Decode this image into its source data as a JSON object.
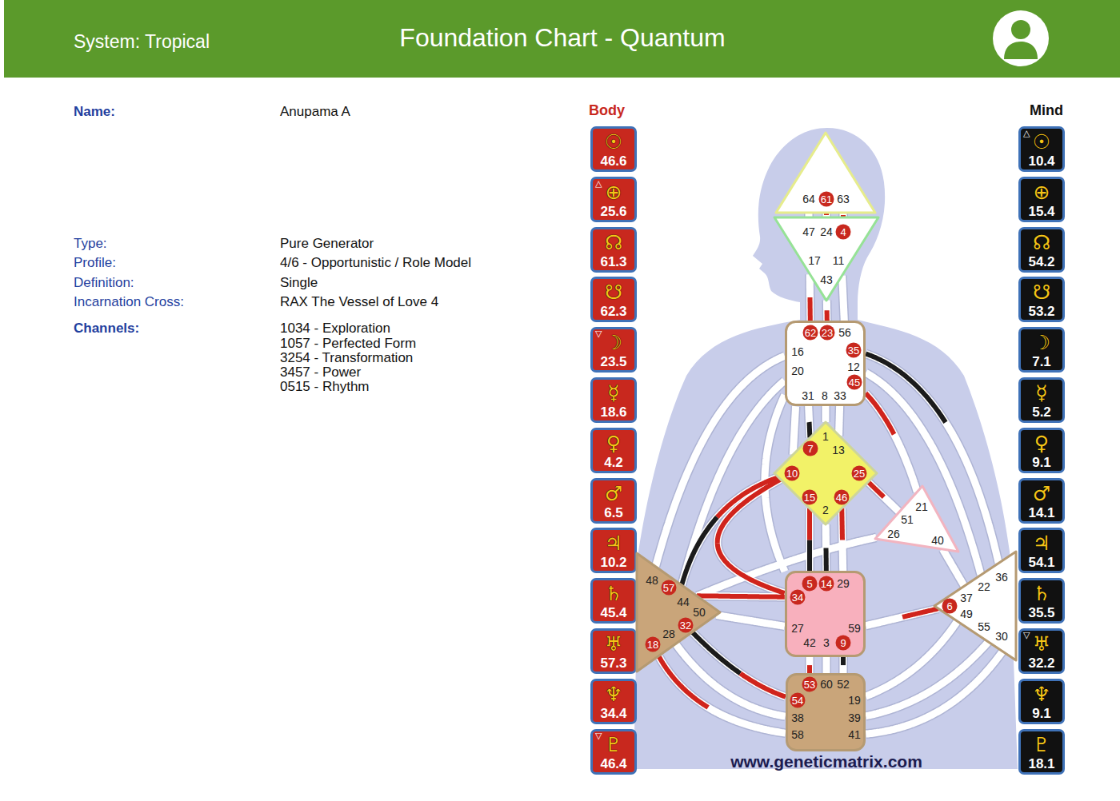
{
  "diagram": {
    "title": "Foundation Chart - Quantum",
    "nodes": [
      {
        "text": [
          "☉",
          "46.6"
        ]
      },
      {
        "text": [
          "△",
          "⊕",
          "25.6"
        ]
      },
      {
        "text": [
          "☊",
          "61.3"
        ]
      },
      {
        "text": [
          "☋",
          "62.3"
        ]
      },
      {
        "text": [
          "▽",
          "☽",
          "23.5"
        ]
      },
      {
        "text": [
          "☿",
          "18.6"
        ]
      },
      {
        "text": [
          "♀",
          "4.2"
        ]
      },
      {
        "text": [
          "♂",
          "6.5"
        ]
      },
      {
        "text": [
          "♃",
          "10.2"
        ]
      },
      {
        "text": [
          "♄",
          "45.4"
        ]
      },
      {
        "text": [
          "♅",
          "57.3"
        ]
      },
      {
        "text": [
          "♆",
          "34.4"
        ]
      },
      {
        "text": [
          "▽",
          "♇",
          "46.4"
        ]
      },
      {
        "text": [
          "64",
          "61",
          "63"
        ]
      },
      {
        "text": [
          "47",
          "24",
          "4",
          "17",
          "11",
          "43"
        ]
      },
      {
        "text": [
          "62",
          "23",
          "56",
          "16",
          "35",
          "20",
          "12",
          "45",
          "31",
          "8",
          "33"
        ]
      },
      {
        "text": [
          "1",
          "7",
          "13",
          "10",
          "25",
          "15",
          "46",
          "2"
        ]
      },
      {
        "text": [
          "21",
          "51",
          "26",
          "40"
        ]
      },
      {
        "text": [
          "48",
          "57",
          "44",
          "50",
          "32",
          "28",
          "18"
        ]
      },
      {
        "text": [
          "5",
          "14",
          "29",
          "34",
          "27",
          "59",
          "42",
          "3",
          "9"
        ]
      },
      {
        "text": [
          "36",
          "22",
          "37",
          "6",
          "49",
          "55",
          "30"
        ]
      },
      {
        "text": [
          "53",
          "60",
          "52",
          "54",
          "19",
          "38",
          "39",
          "58",
          "41"
        ]
      },
      {
        "text": [
          "△",
          "☉",
          "10.4"
        ]
      },
      {
        "text": [
          "⊕",
          "15.4"
        ]
      },
      {
        "text": [
          "☊",
          "54.2"
        ]
      },
      {
        "text": [
          "☋",
          "53.2"
        ]
      },
      {
        "text": [
          "☽",
          "7.1"
        ]
      },
      {
        "text": [
          "☿",
          "5.2"
        ]
      },
      {
        "text": [
          "♀",
          "9.1"
        ]
      },
      {
        "text": [
          "♂",
          "14.1"
        ]
      },
      {
        "text": [
          "♃",
          "54.1"
        ]
      },
      {
        "text": [
          "♄",
          "35.5"
        ]
      },
      {
        "text": [
          "▽",
          "♅",
          "32.2"
        ]
      },
      {
        "text": [
          "♆",
          "9.1"
        ]
      },
      {
        "text": [
          "♇",
          "18.1"
        ]
      }
    ],
    "edges": [
      {
        "from": 13,
        "to": 14,
        "arrow": "none"
      },
      {
        "from": 13,
        "to": 14,
        "arrow": "none"
      },
      {
        "from": 13,
        "to": 14,
        "arrow": "none"
      },
      {
        "from": 14,
        "to": 15,
        "arrow": "none"
      },
      {
        "from": 14,
        "to": 15,
        "arrow": "none"
      },
      {
        "from": 14,
        "to": 15,
        "arrow": "none"
      },
      {
        "from": 15,
        "to": 16,
        "arrow": "none"
      },
      {
        "from": 15,
        "to": 16,
        "arrow": "none"
      },
      {
        "from": 15,
        "to": 16,
        "arrow": "none"
      },
      {
        "from": 15,
        "to": 16,
        "arrow": "none"
      },
      {
        "from": 15,
        "to": 18,
        "arrow": "none"
      },
      {
        "from": 15,
        "to": 18,
        "arrow": "none"
      },
      {
        "from": 15,
        "to": 19,
        "arrow": "none"
      },
      {
        "from": 15,
        "to": 17,
        "arrow": "none"
      },
      {
        "from": 15,
        "to": 20,
        "arrow": "none"
      },
      {
        "from": 15,
        "to": 20,
        "arrow": "none"
      },
      {
        "from": 16,
        "to": 19,
        "arrow": "none"
      },
      {
        "from": 16,
        "to": 19,
        "arrow": "none"
      },
      {
        "from": 16,
        "to": 19,
        "arrow": "none"
      },
      {
        "from": 16,
        "to": 18,
        "arrow": "none"
      },
      {
        "from": 16,
        "to": 19,
        "arrow": "none"
      },
      {
        "from": 16,
        "to": 17,
        "arrow": "none"
      },
      {
        "from": 17,
        "to": 18,
        "arrow": "none"
      },
      {
        "from": 17,
        "to": 20,
        "arrow": "none"
      },
      {
        "from": 18,
        "to": 19,
        "arrow": "none"
      },
      {
        "from": 18,
        "to": 19,
        "arrow": "none"
      },
      {
        "from": 18,
        "to": 21,
        "arrow": "none"
      },
      {
        "from": 18,
        "to": 21,
        "arrow": "none"
      },
      {
        "from": 18,
        "to": 21,
        "arrow": "none"
      },
      {
        "from": 19,
        "to": 20,
        "arrow": "none"
      },
      {
        "from": 19,
        "to": 21,
        "arrow": "none"
      },
      {
        "from": 19,
        "to": 21,
        "arrow": "none"
      },
      {
        "from": 19,
        "to": 21,
        "arrow": "none"
      },
      {
        "from": 20,
        "to": 21,
        "arrow": "none"
      },
      {
        "from": 20,
        "to": 21,
        "arrow": "none"
      },
      {
        "from": 20,
        "to": 21,
        "arrow": "none"
      }
    ],
    "labels": [
      "System: Tropical",
      "Name:",
      "Anupama A",
      "Type:",
      "Pure Generator",
      "Profile:",
      "4/6 - Opportunistic / Role Model",
      "Definition:",
      "Single",
      "Incarnation Cross:",
      "RAX The Vessel of Love 4",
      "Channels:",
      "1034 - Exploration",
      "1057 - Perfected Form",
      "3254 - Transformation",
      "3457 - Power",
      "0515 - Rhythm",
      "Body",
      "Mind",
      "www.geneticmatrix.com"
    ]
  }
}
